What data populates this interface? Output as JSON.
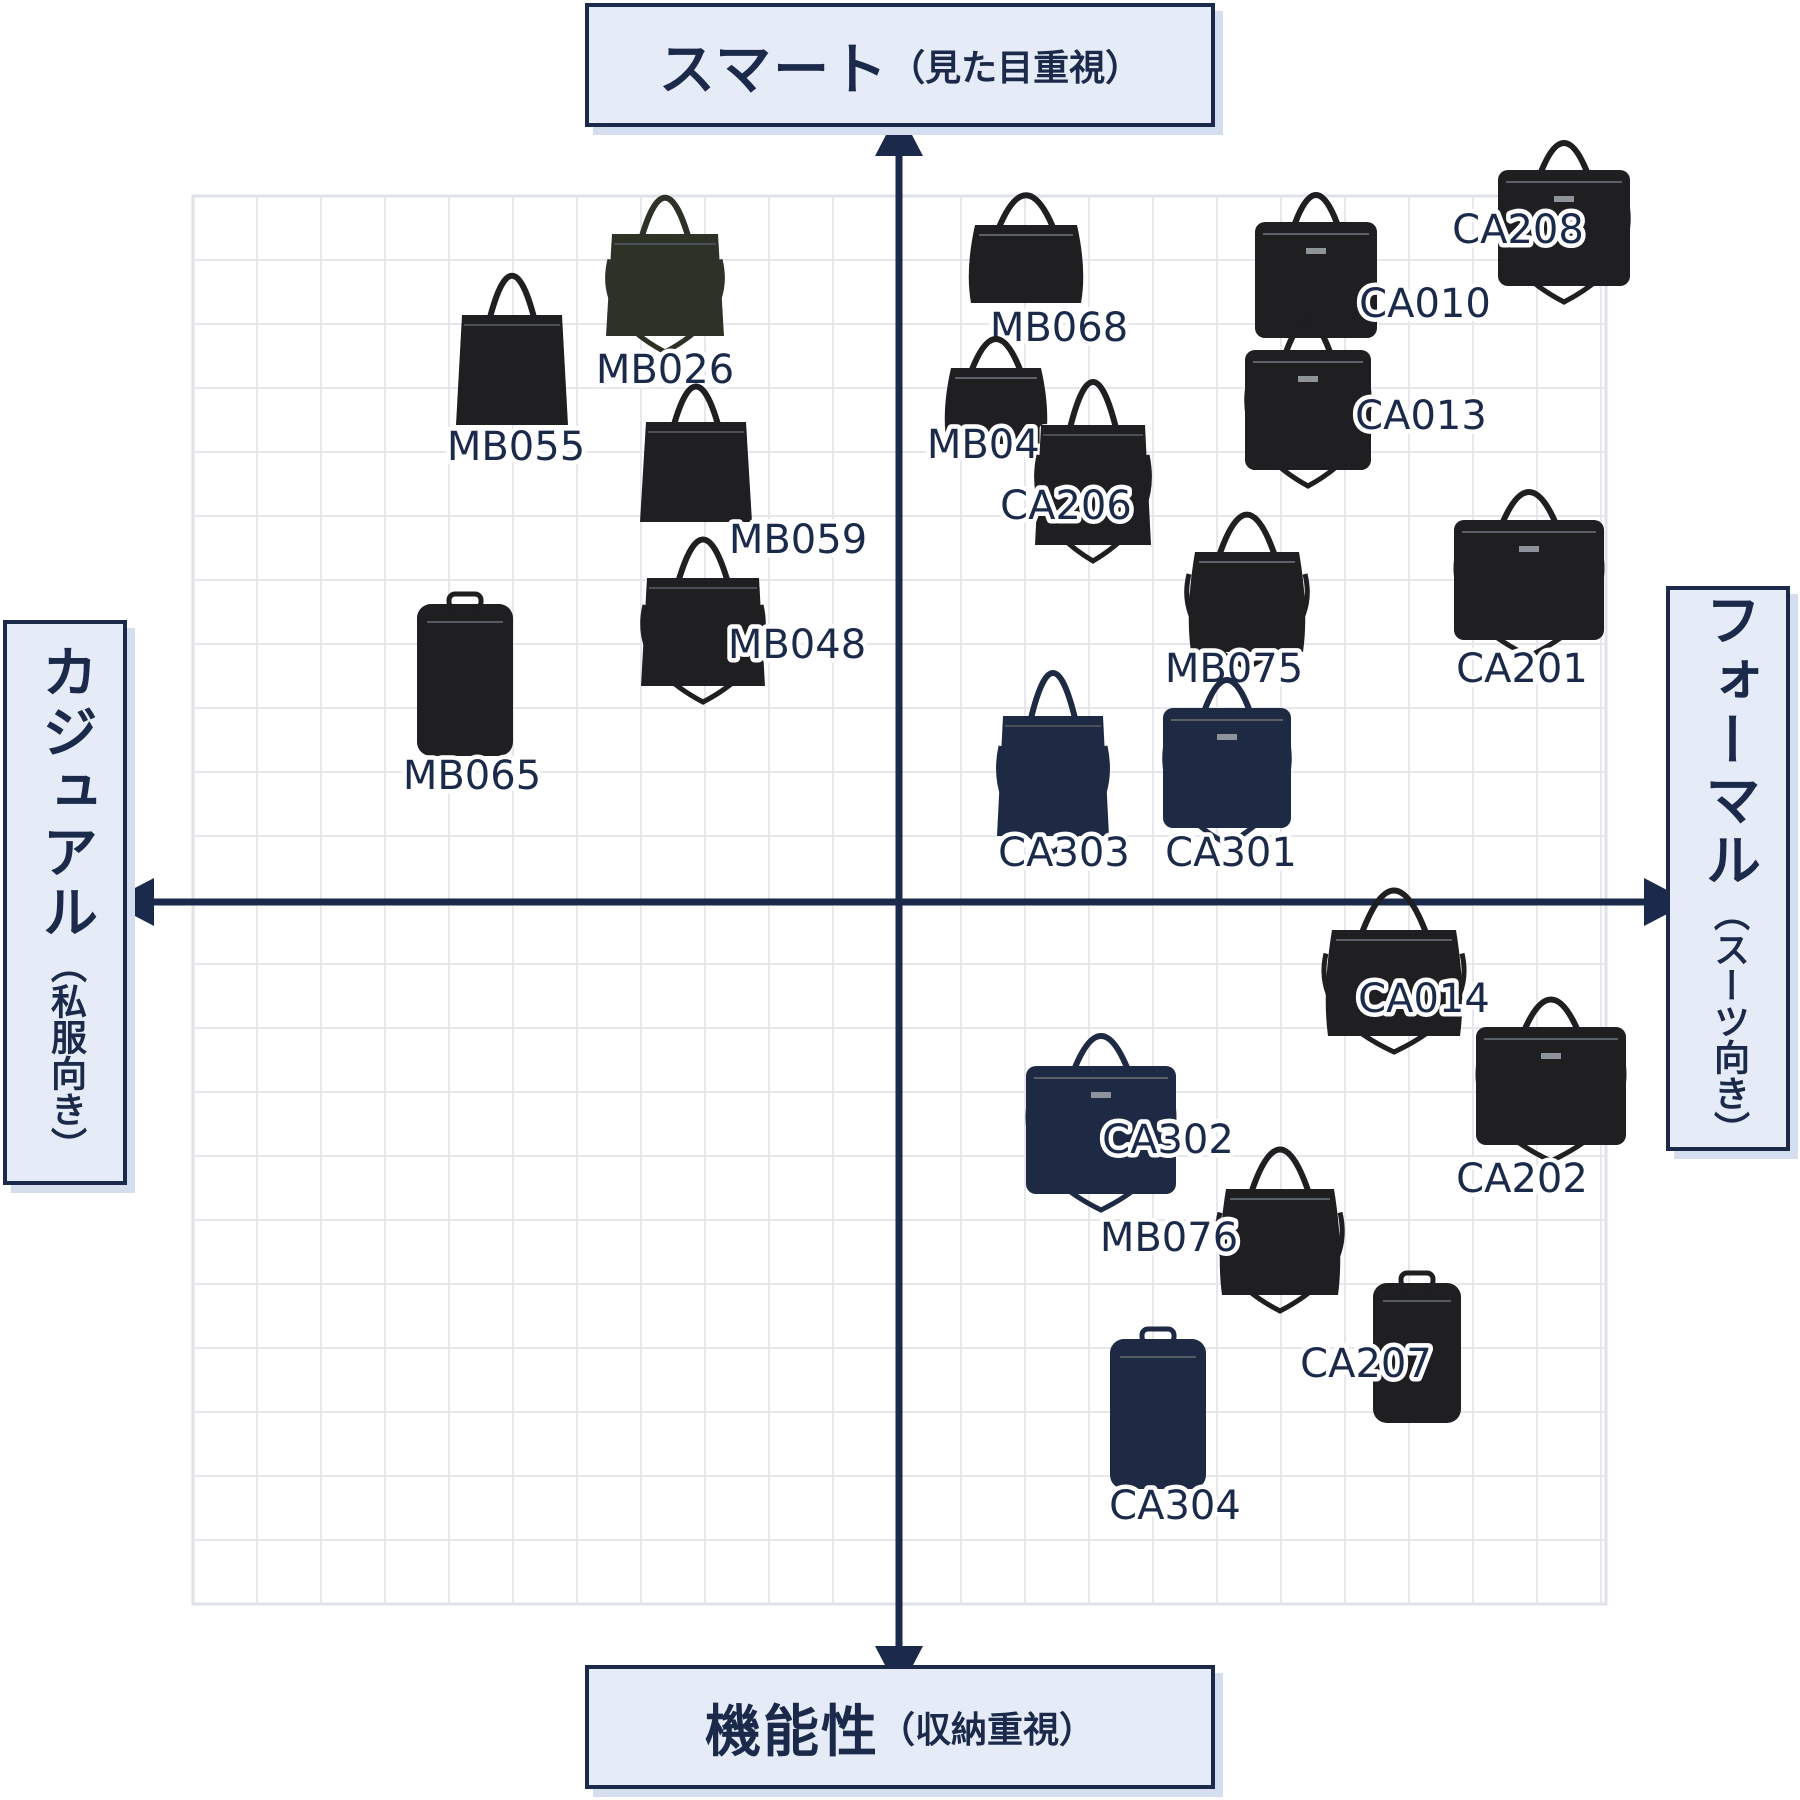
{
  "axes": {
    "top": {
      "main": "スマート",
      "sub": "（見た目重視）"
    },
    "bottom": {
      "main": "機能性",
      "sub": "（収納重視）"
    },
    "left": {
      "main": "カジュアル",
      "sub": "（私服向き）"
    },
    "right": {
      "main": "フォーマル",
      "sub": "（スーツ向き）"
    }
  },
  "colors": {
    "axis": "#1b2a4a",
    "grid": "#e6e8ec",
    "box_fill": "#e6ecf7",
    "bag": "#1f1f21",
    "bag_navy": "#1e2a44",
    "bag_olive": "#2d3226",
    "label_text": "#1b2a4a"
  },
  "products": [
    {
      "id": "MB026",
      "type": "tote",
      "fill": "bag_olive",
      "strap": true
    },
    {
      "id": "MB055",
      "type": "tote",
      "fill": "bag",
      "strap": false
    },
    {
      "id": "MB059",
      "type": "tote",
      "fill": "bag",
      "strap": false
    },
    {
      "id": "MB048",
      "type": "tote",
      "fill": "bag",
      "strap": true
    },
    {
      "id": "MB065",
      "type": "backpack",
      "fill": "bag",
      "strap": false
    },
    {
      "id": "MB068",
      "type": "boston",
      "fill": "bag",
      "strap": false
    },
    {
      "id": "MB045",
      "type": "boston",
      "fill": "bag",
      "strap": false
    },
    {
      "id": "CA206",
      "type": "tote",
      "fill": "bag",
      "strap": true
    },
    {
      "id": "CA208",
      "type": "brief",
      "fill": "bag",
      "strap": true
    },
    {
      "id": "CA010",
      "type": "brief",
      "fill": "bag",
      "strap": false
    },
    {
      "id": "CA013",
      "type": "brief",
      "fill": "bag",
      "strap": true
    },
    {
      "id": "MB075",
      "type": "boston",
      "fill": "bag",
      "strap": true
    },
    {
      "id": "CA201",
      "type": "brief",
      "fill": "bag",
      "strap": true
    },
    {
      "id": "CA303",
      "type": "tote",
      "fill": "bag_navy",
      "strap": true
    },
    {
      "id": "CA301",
      "type": "brief",
      "fill": "bag_navy",
      "strap": true
    },
    {
      "id": "CA014",
      "type": "boston",
      "fill": "bag",
      "strap": true
    },
    {
      "id": "CA202",
      "type": "brief",
      "fill": "bag",
      "strap": true
    },
    {
      "id": "CA302",
      "type": "brief",
      "fill": "bag_navy",
      "strap": true
    },
    {
      "id": "MB076",
      "type": "boston",
      "fill": "bag",
      "strap": true
    },
    {
      "id": "CA207",
      "type": "backpack",
      "fill": "bag",
      "strap": false
    },
    {
      "id": "CA304",
      "type": "backpack",
      "fill": "bag_navy",
      "strap": false
    }
  ]
}
